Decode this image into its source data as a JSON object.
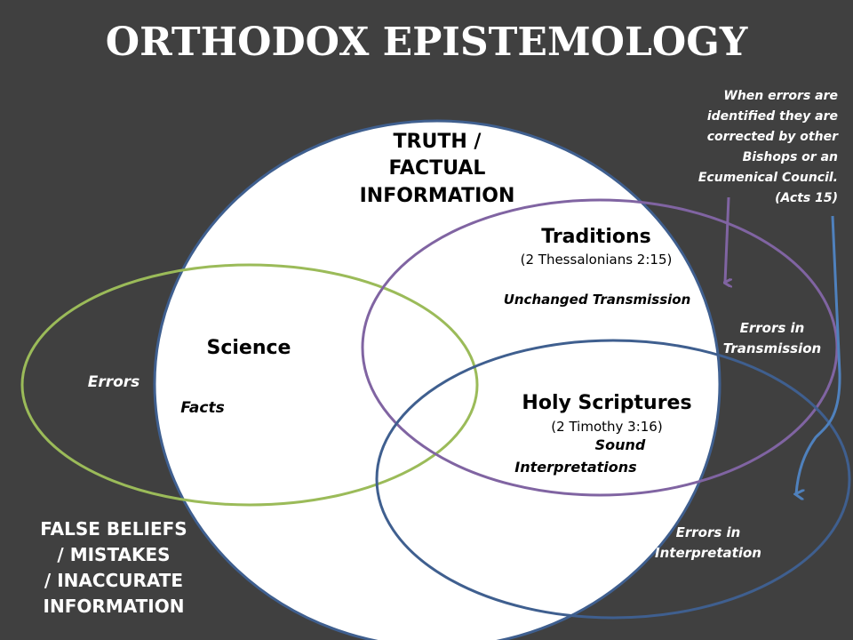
{
  "title": "ORTHODOX EPISTEMOLOGY",
  "truth": {
    "line1": "TRUTH /",
    "line2": "FACTUAL",
    "line3": "INFORMATION"
  },
  "false_beliefs": {
    "line1": "FALSE BELIEFS",
    "line2": "/ MISTAKES",
    "line3": "/ INACCURATE",
    "line4": "INFORMATION"
  },
  "science": {
    "label": "Science",
    "facts": "Facts",
    "errors": "Errors"
  },
  "traditions": {
    "label": "Traditions",
    "ref": "(2 Thessalonians 2:15)",
    "unchanged": "Unchanged Transmission",
    "errors_line1": "Errors in",
    "errors_line2": "Transmission"
  },
  "scriptures": {
    "label": "Holy Scriptures",
    "ref": "(2 Timothy 3:16)",
    "sound_line1": "Sound",
    "sound_line2": "Interpretations",
    "errors_line1": "Errors in",
    "errors_line2": "Interpretation"
  },
  "note": {
    "line1": "When errors are",
    "line2": "identified they are",
    "line3": "corrected by other",
    "line4": "Bishops or an",
    "line5": "Ecumenical Council.",
    "line6": "(Acts 15)"
  },
  "colors": {
    "background": "#404040",
    "truth": "#ffffff",
    "science": "#9bbb59",
    "traditions": "#8064a2",
    "scriptures": "#3f5f8f",
    "arrow_blue": "#4f81bd"
  }
}
